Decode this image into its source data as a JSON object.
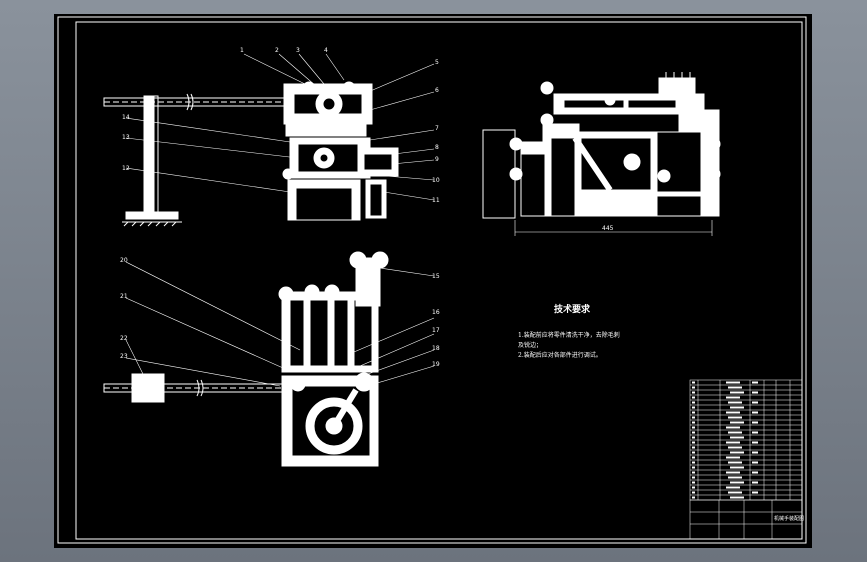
{
  "viewer": {
    "background_color": "#7d848e"
  },
  "sheet": {
    "background_color": "#000000",
    "line_color": "#ffffff"
  },
  "balloons": {
    "front_view": [
      "1",
      "2",
      "3",
      "4",
      "5",
      "6",
      "7",
      "8",
      "9",
      "10",
      "11",
      "12",
      "13",
      "14"
    ],
    "bottom_view": [
      "15",
      "16",
      "17",
      "18",
      "19",
      "20",
      "21",
      "22",
      "23"
    ]
  },
  "side_view": {
    "dimension": "445"
  },
  "notes": {
    "title": "技术要求",
    "lines": [
      "1.装配前应将零件清洗干净，去除毛刺",
      "及锐边；",
      "2.装配后应对各部件进行调试。"
    ]
  },
  "title_block": {
    "drawing_name": "机械手装配图"
  }
}
